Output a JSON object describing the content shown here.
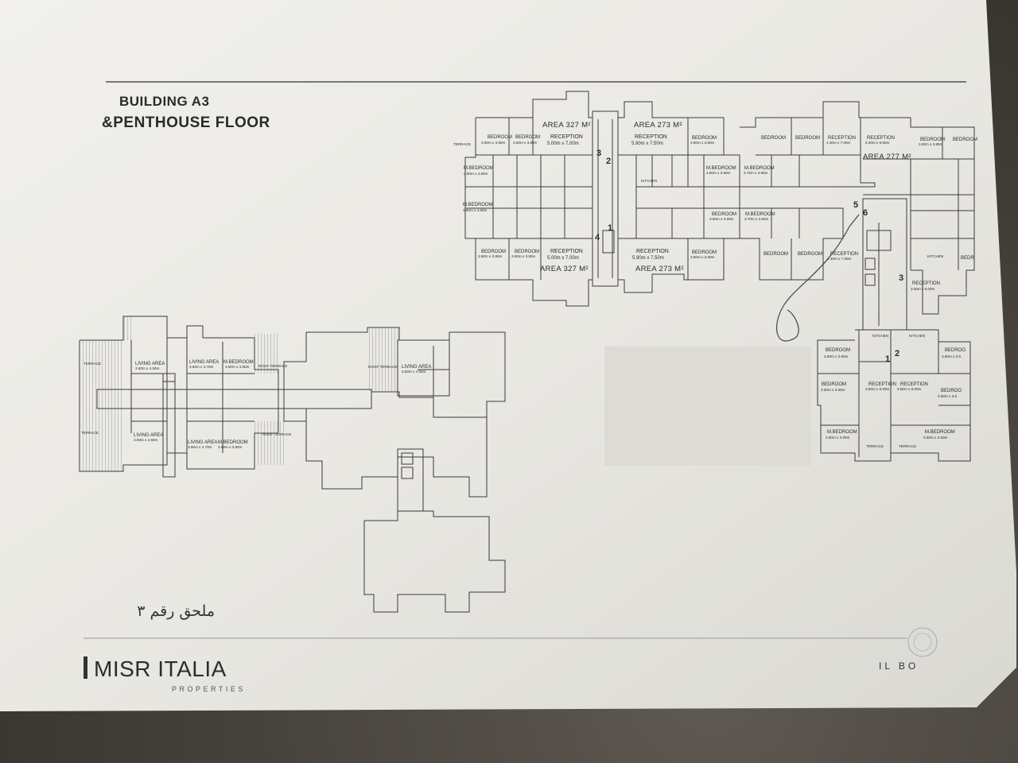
{
  "document": {
    "title_line1": "BUILDING A3",
    "title_line2": "&PENTHOUSE FLOOR",
    "arabic_note": "ملحق رقم ٣",
    "brand_name": "MISR ITALIA",
    "brand_sub": "PROPERTIES",
    "footer_right": "IL BO"
  },
  "plan": {
    "areas": [
      "AREA 327 M²",
      "AREA 273 M²",
      "AREA 277 M²",
      "AREA 327 M²",
      "AREA 273 M²"
    ],
    "units": {
      "a_top": {
        "bedroom1": "BEDROOM",
        "bedroom1_dim": "3.60m x 3.80m",
        "bedroom2": "BEDROOM",
        "bedroom2_dim": "3.60m x 3.80m",
        "reception": "RECEPTION",
        "reception_dim": "5.00m x 7.00m",
        "mbed1": "M.BEDROOM",
        "mbed1_dim": "3.60m x 4.80m",
        "mbed2": "M.BEDROOM",
        "mbed2_dim": "3.60m x 4.80m",
        "terrace": "TERRACE"
      },
      "b_top": {
        "reception": "RECEPTION",
        "reception_dim": "5.90m x 7.50m",
        "bedroom": "BEDROOM",
        "bedroom_dim": "3.60m x 3.60m",
        "mbed": "M.BEDROOM",
        "mbed_dim": "3.60m x 3.60m",
        "mbed2": "M.BEDROOM",
        "mbed2_dim": "3.70m x 3.60m",
        "kitchen": "KITCHEN"
      },
      "c_top": {
        "bedroom1": "BEDROOM",
        "bedroom2": "BEDROOM",
        "reception1": "RECEPTION",
        "reception1_dim": "4.30m x 7.00m",
        "reception2": "RECEPTION",
        "reception2_dim": "6.20m x 6.60m",
        "bedroom3": "BEDROOM",
        "bedroom3_dim": "3.60m x 3.80m",
        "bedroom4": "BEDROOM"
      },
      "a_bottom": {
        "bedroom1": "BEDROOM",
        "bedroom1_dim": "3.60m x 3.80m",
        "bedroom2": "BEDROOM",
        "bedroom2_dim": "3.60m x 3.80m",
        "reception": "RECEPTION",
        "reception_dim": "5.00m x 7.00m"
      },
      "b_bottom": {
        "reception": "RECEPTION",
        "reception_dim": "5.90m x 7.50m",
        "bedroom": "BEDROOM",
        "bedroom_dim": "3.60m x 3.60m",
        "bedroom2": "BEDROOM",
        "bedroom2_dim": "3.60m x 3.60m",
        "mbed": "M.BEDROOM",
        "mbed_dim": "3.70m x 3.60m"
      },
      "c_bottom": {
        "bedroom1": "BEDROOM",
        "bedroom2": "BEDROOM",
        "reception": "RECEPTION",
        "reception_dim": "4.30m x 7.00m",
        "kitchen": "KITCHEN",
        "reception2": "RECEPTION",
        "reception2_dim": "3.60m x 6.00m",
        "bedroom3": "BEDR"
      },
      "wing": {
        "bedroom1": "BEDROOM",
        "bedroom1_dim": "3.60m x 3.60m",
        "bedroom2": "BEDROOM",
        "bedroom2_dim": "3.60m x 3.60m",
        "reception1": "RECEPTION",
        "reception1_dim": "3.60m x 8.00m",
        "reception2": "RECEPTION",
        "reception2_dim": "3.60m x 8.00m",
        "mbed1": "M.BEDROOM",
        "mbed1_dim": "3.60m x 3.60m",
        "mbed2": "M.BEDROOM",
        "mbed2_dim": "3.60m x 3.60m",
        "bedroom3": "BEDROO",
        "bedroom3_dim": "3.60m x 3.6",
        "bedroom4": "BEDROO",
        "bedroom4_dim": "3.60m x 3.6",
        "terrace1": "TERRACE",
        "terrace2": "TERRACE",
        "kitchen1": "KITCHEN",
        "kitchen2": "KITCHEN"
      }
    },
    "numbers": [
      "3",
      "2",
      "4",
      "1",
      "5",
      "6",
      "3",
      "1",
      "2"
    ],
    "penthouse": {
      "living1": "LIVING AREA",
      "living1_dim": "3.60m x 4.50m",
      "living2": "LIVING AREA",
      "living2_dim": "3.60m x 4.70m",
      "mbed1": "M.BEDROOM",
      "mbed1_dim": "3.60m x 3.60m",
      "roof1": "ROOF TERRACE",
      "terrace1": "TERRACE",
      "terrace2": "TERRACE",
      "living3": "LIVING AREA",
      "living3_dim": "3.60m x 4.50m",
      "living4": "LIVING AREA",
      "living4_dim": "3.60m x 4.70m",
      "mbed2": "M.BEDROOM",
      "mbed2_dim": "3.60m x 3.60m",
      "roof2": "ROOF TERRACE",
      "roof3": "ROOF TERRACE",
      "living5": "LIVING AREA",
      "living5_dim": "3.60m x 4.50m"
    }
  }
}
